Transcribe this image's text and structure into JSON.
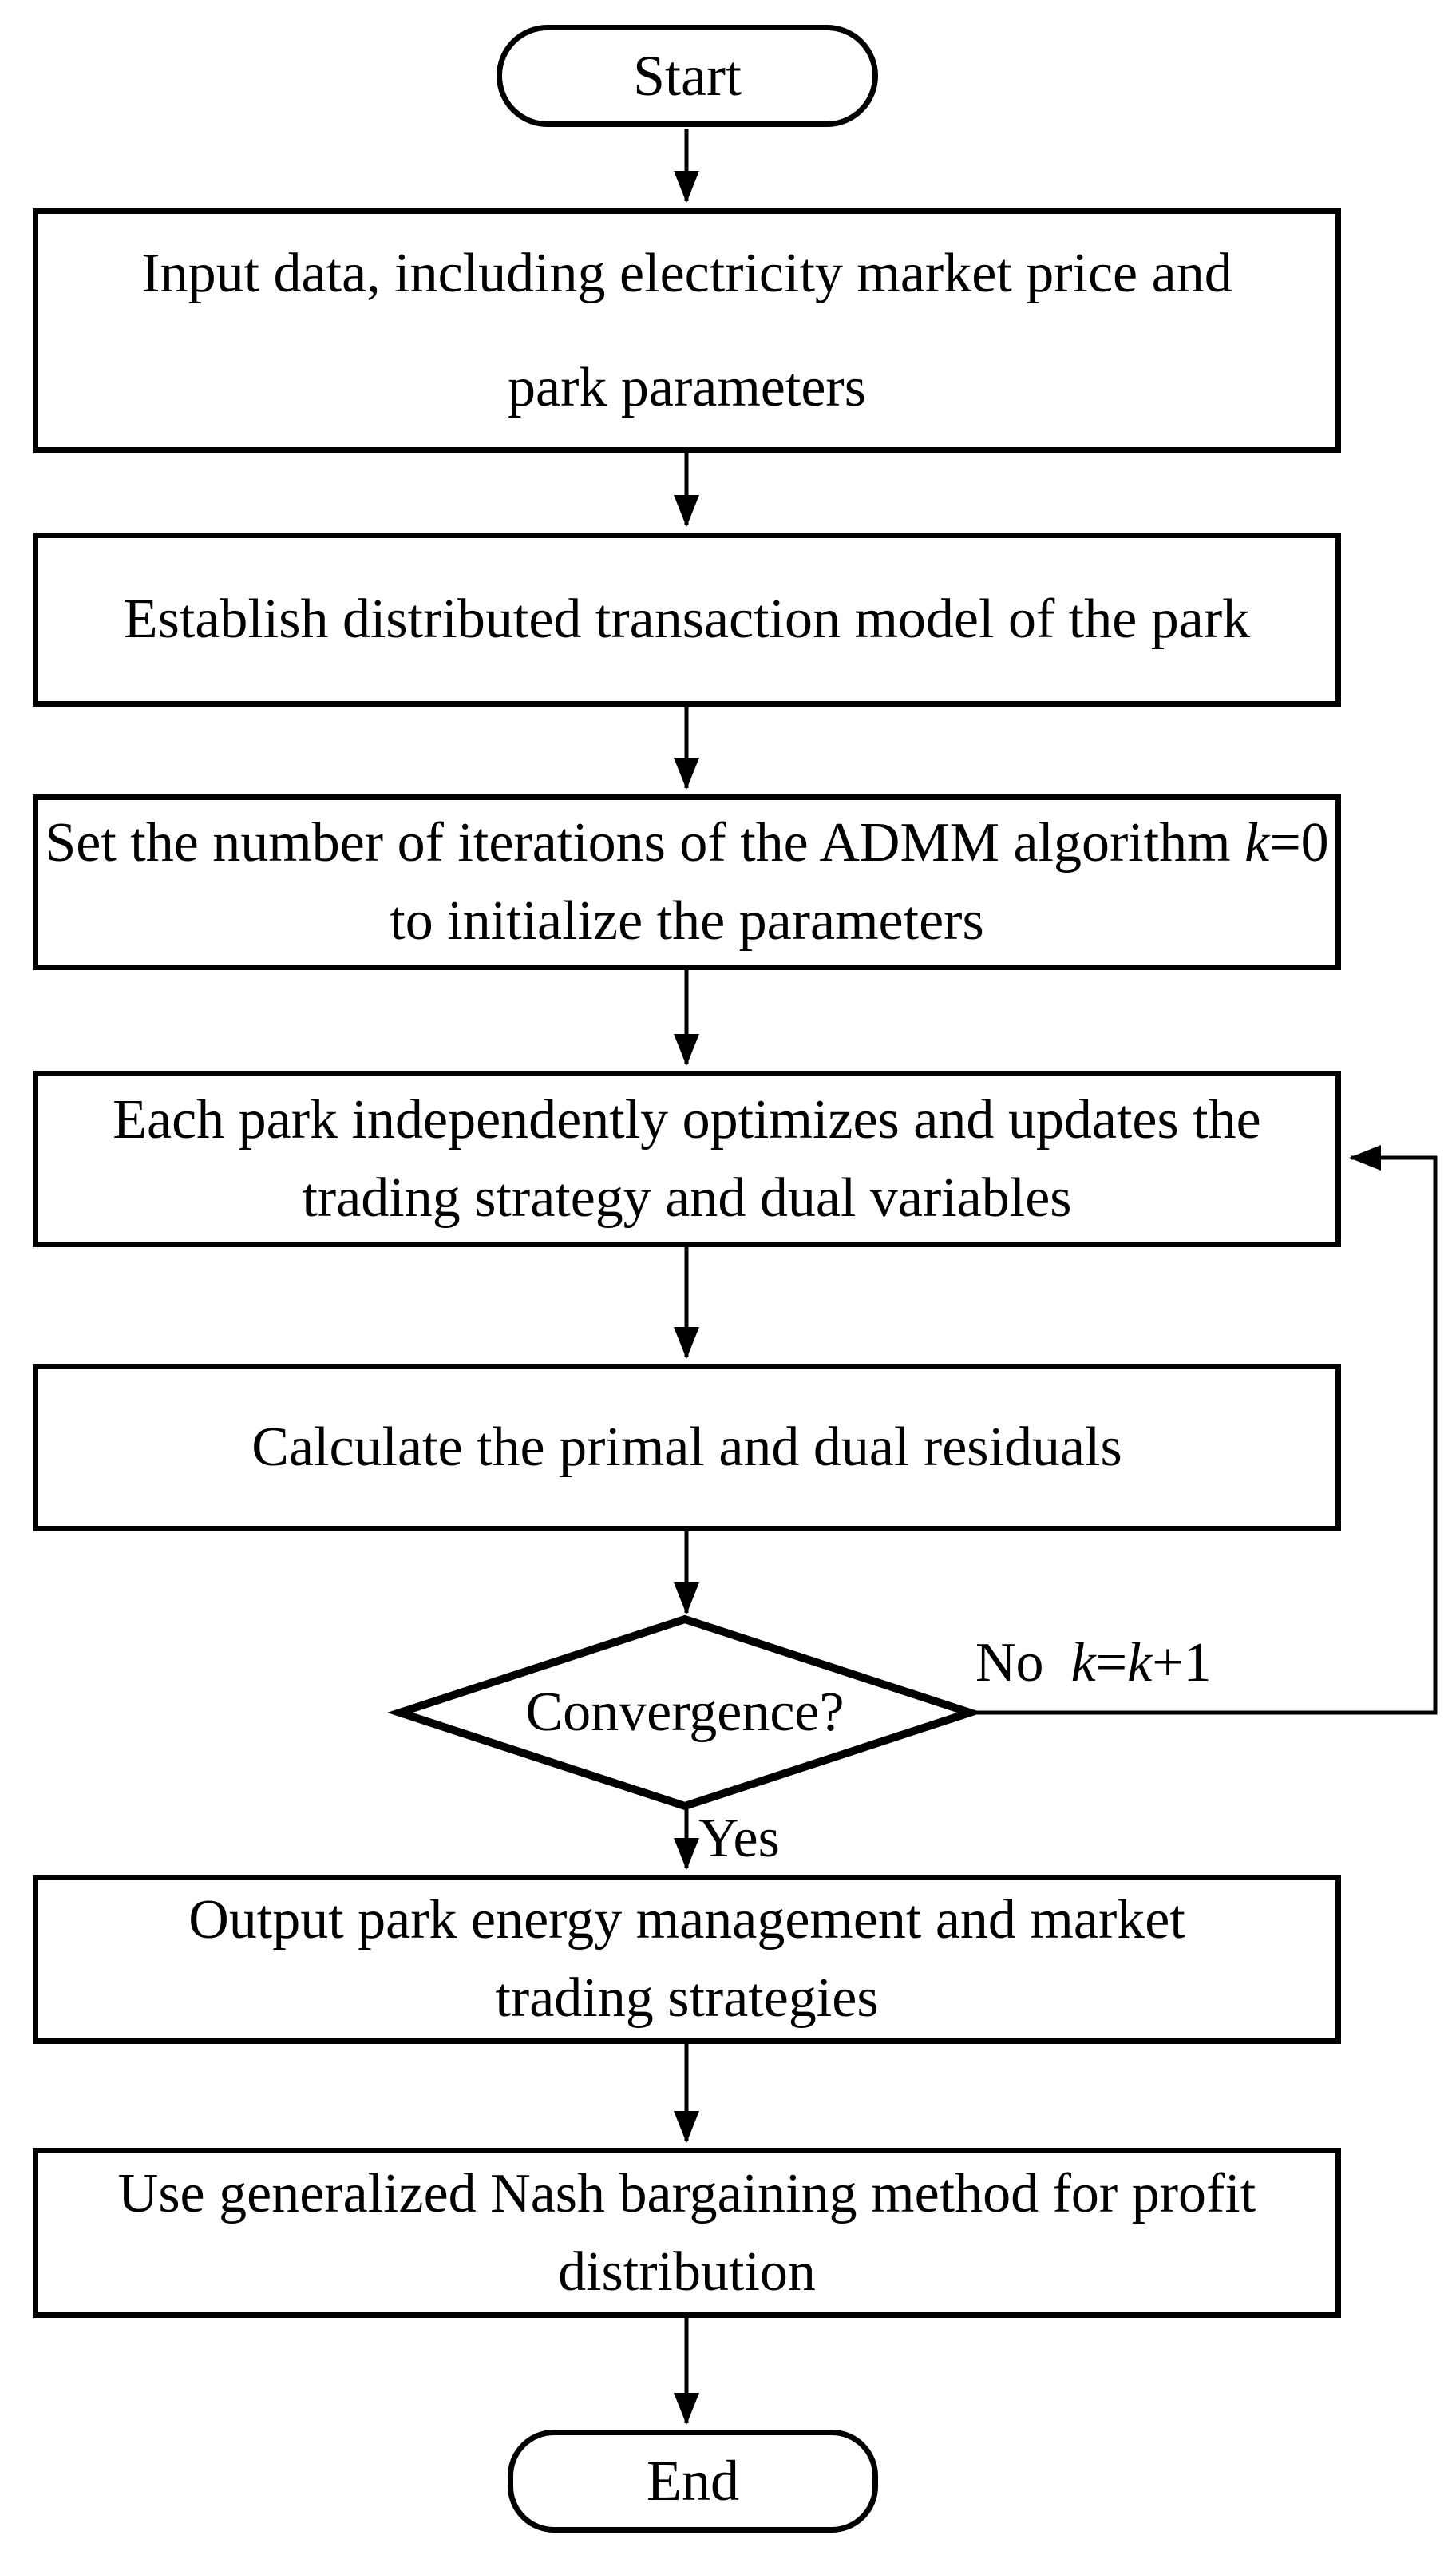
{
  "colors": {
    "stroke": "#000000",
    "fill": "#ffffff"
  },
  "nodes": {
    "start": {
      "label": "Start"
    },
    "input": {
      "lines": [
        "Input data, including electricity market price and",
        "park parameters"
      ]
    },
    "establish": {
      "lines": [
        "Establish distributed transaction model of the park"
      ]
    },
    "init": {
      "l1_pre": "Set the number of iterations of the ADMM algorithm ",
      "l1_var": "k",
      "l1_post": "=0",
      "l2": "to initialize the parameters"
    },
    "optimize": {
      "lines": [
        "Each park independently optimizes and updates the",
        "trading strategy and dual variables"
      ]
    },
    "residuals": {
      "lines": [
        "Calculate the primal and dual residuals"
      ]
    },
    "decision": {
      "label": "Convergence?"
    },
    "output": {
      "lines": [
        "Output park energy management and market",
        "trading strategies"
      ]
    },
    "nash": {
      "lines": [
        "Use generalized Nash bargaining method for profit",
        "distribution"
      ]
    },
    "end": {
      "label": "End"
    }
  },
  "edges": {
    "yes_label": "Yes",
    "no": {
      "word": "No",
      "var1": "k",
      "eq": "=",
      "var2": "k",
      "suffix": "+1"
    }
  }
}
